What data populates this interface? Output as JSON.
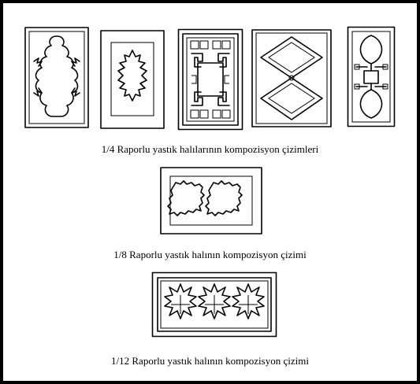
{
  "captions": {
    "quarter": "1/4 Raporlu yastık halılarının kompozisyon çizimleri",
    "eighth": "1/8 Raporlu yastık halının kompozisyon çizimi",
    "twelfth": "1/12 Raporlu yastık halının kompozisyon çizimi"
  },
  "colors": {
    "ink": "#000000",
    "paper": "#ffffff"
  }
}
